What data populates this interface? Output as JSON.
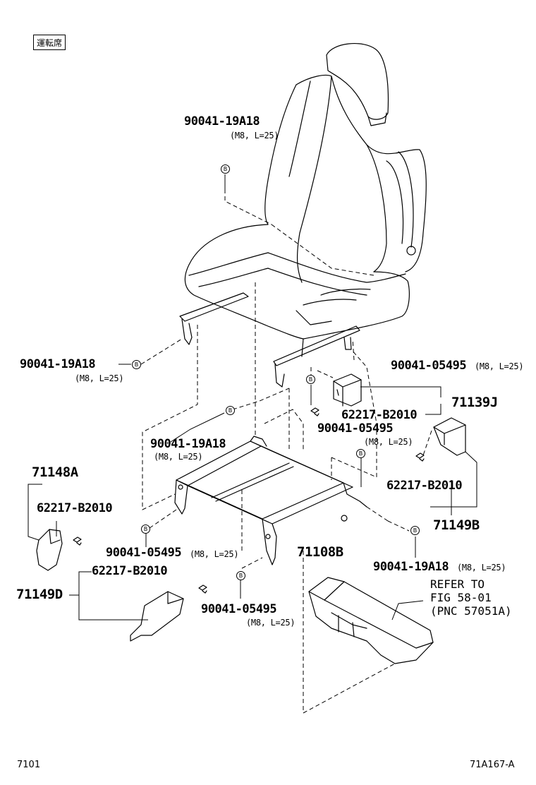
{
  "header": {
    "tag": "運転席"
  },
  "footer": {
    "left_code": "7101",
    "right_code": "71A167-A"
  },
  "bolt_mark": "B",
  "callouts": {
    "c1": {
      "part": "90041-19A18",
      "spec": "(M8, L=25)"
    },
    "c2": {
      "part": "90041-19A18",
      "spec": "(M8, L=25)"
    },
    "c3": {
      "part": "90041-05495",
      "spec": "(M8, L=25)"
    },
    "c4": {
      "part": "62217-B2010"
    },
    "c5": {
      "part": "71139J"
    },
    "c6": {
      "part": "90041-05495",
      "spec": "(M8, L=25)"
    },
    "c7": {
      "part": "90041-19A18",
      "spec": "(M8, L=25)"
    },
    "c8": {
      "part": "71148A"
    },
    "c9": {
      "part": "62217-B2010"
    },
    "c10": {
      "part": "62217-B2010"
    },
    "c11": {
      "part": "71149B"
    },
    "c12": {
      "part": "90041-05495",
      "spec": "(M8, L=25)"
    },
    "c13": {
      "part": "71108B"
    },
    "c14": {
      "part": "90041-19A18",
      "spec": "(M8, L=25)"
    },
    "c15": {
      "part": "62217-B2010"
    },
    "c16": {
      "part": "71149D"
    },
    "c17": {
      "part": "90041-05495",
      "spec": "(M8, L=25)"
    }
  },
  "reference_note": {
    "line1": "REFER TO",
    "line2": "FIG 58-01",
    "line3": "(PNC 57051A)"
  }
}
